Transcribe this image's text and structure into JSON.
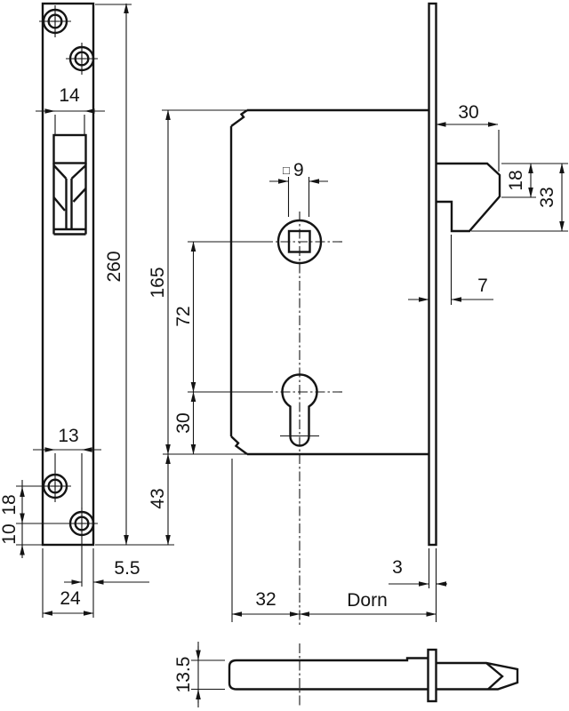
{
  "drawing": {
    "type": "technical-dimension-drawing",
    "subject": "mortise-lock",
    "labels": {
      "cutout_width": "14",
      "plate_length": "260",
      "hole_offset_x": "13",
      "hole_offset_y": "18",
      "hole_end_offset": "10",
      "hole_edge_offset": "5.5",
      "plate_width": "24",
      "case_height": "165",
      "spindle_to_cylinder": "72",
      "cylinder_to_bottom": "30",
      "bottom_to_plate_end": "43",
      "spindle_square_symbol": "□",
      "spindle_square_size": "9",
      "latch_protrusion": "30",
      "latch_face_height": "18",
      "latch_total_height": "33",
      "latch_step_depth": "7",
      "plate_thickness": "3",
      "case_edge_to_axis": "32",
      "backset_label": "Dorn",
      "case_thickness": "13.5"
    }
  }
}
